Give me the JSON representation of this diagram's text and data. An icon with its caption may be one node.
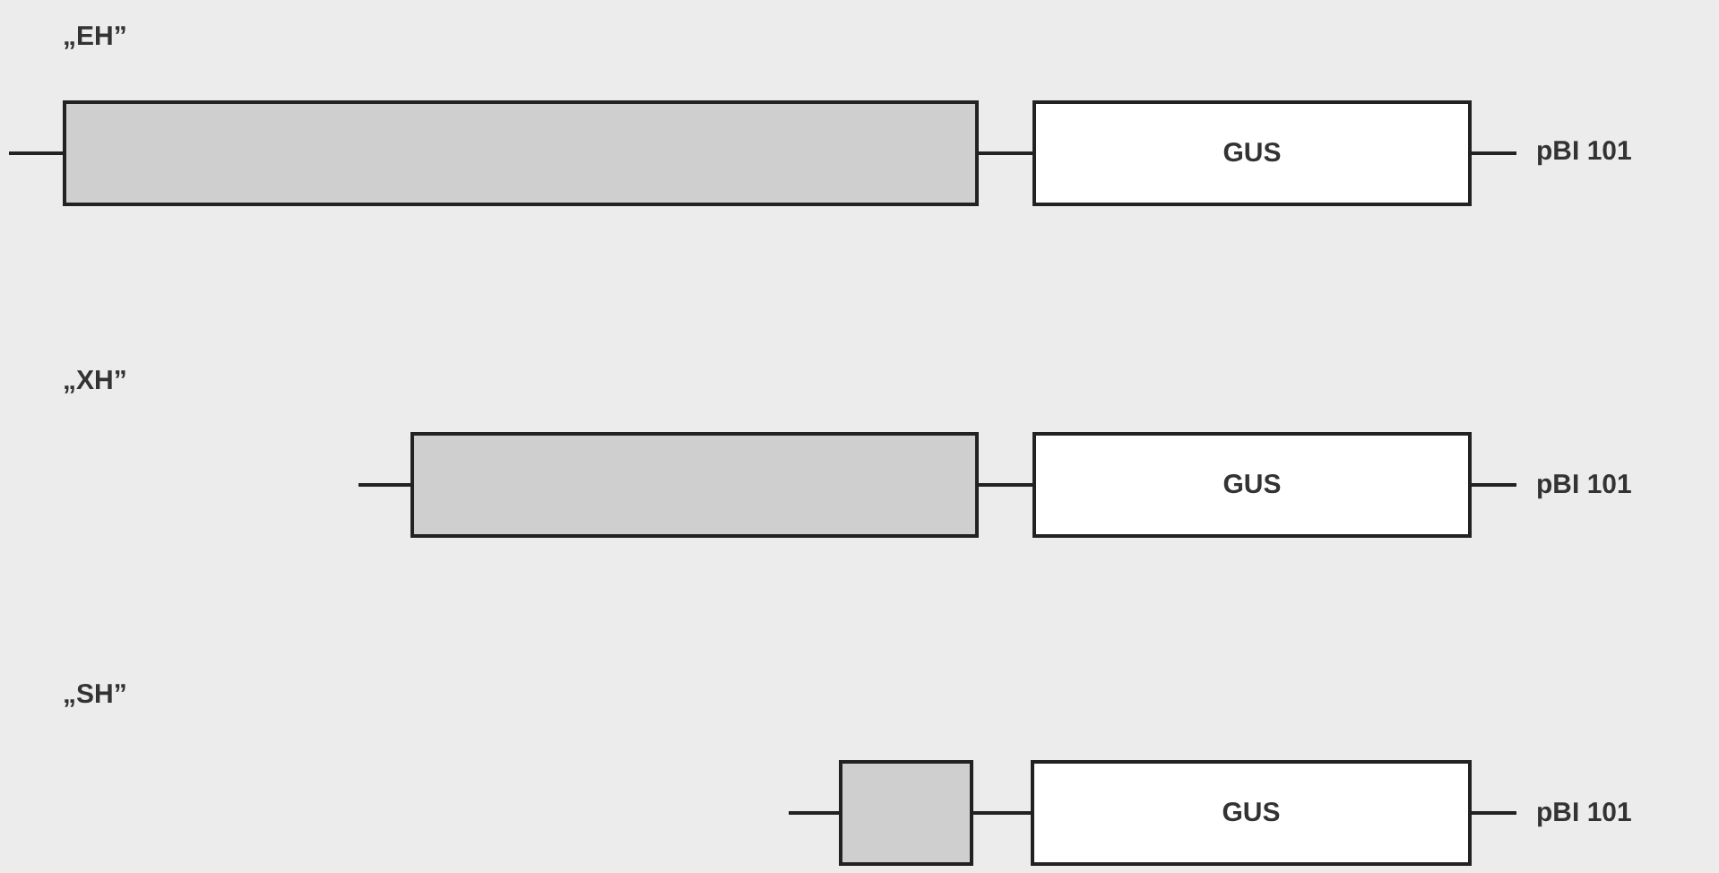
{
  "diagram": {
    "nodes": [
      {
        "text": [],
        "shape": "box"
      },
      {
        "text": [
          "GUS"
        ]
      },
      {
        "text": [],
        "shape": "box"
      },
      {
        "text": [
          "GUS"
        ]
      },
      {
        "text": [],
        "shape": "box"
      },
      {
        "text": [
          "GUS"
        ]
      }
    ],
    "edges": [
      {
        "from": null,
        "to": 0,
        "arrow": "none"
      },
      {
        "from": 0,
        "to": 1,
        "arrow": "none"
      },
      {
        "from": 1,
        "to": null,
        "arrow": "none"
      },
      {
        "from": null,
        "to": 2,
        "arrow": "none"
      },
      {
        "from": 2,
        "to": 3,
        "arrow": "none"
      },
      {
        "from": 3,
        "to": null,
        "arrow": "none"
      },
      {
        "from": null,
        "to": 4,
        "arrow": "none"
      },
      {
        "from": 4,
        "to": 5,
        "arrow": "none"
      },
      {
        "from": 5,
        "to": null,
        "arrow": "none"
      }
    ],
    "labels": [
      "„EH”",
      "pBI 101",
      "„XH”",
      "pBI 101",
      "„SH”",
      "pBI 101"
    ]
  }
}
